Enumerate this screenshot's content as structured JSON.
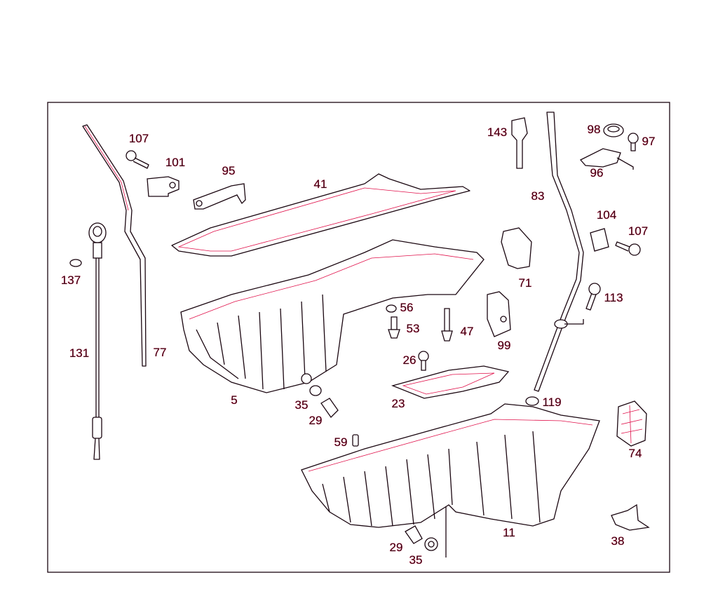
{
  "diagram": {
    "type": "exploded parts diagram",
    "line_color": "#1a0610",
    "accent_color": "#d0103a",
    "labels": [
      "107",
      "101",
      "95",
      "41",
      "143",
      "83",
      "98",
      "97",
      "96",
      "104",
      "107",
      "71",
      "113",
      "137",
      "131",
      "77",
      "56",
      "53",
      "47",
      "99",
      "26",
      "5",
      "35",
      "29",
      "23",
      "119",
      "74",
      "59",
      "11",
      "29",
      "35",
      "38"
    ]
  }
}
